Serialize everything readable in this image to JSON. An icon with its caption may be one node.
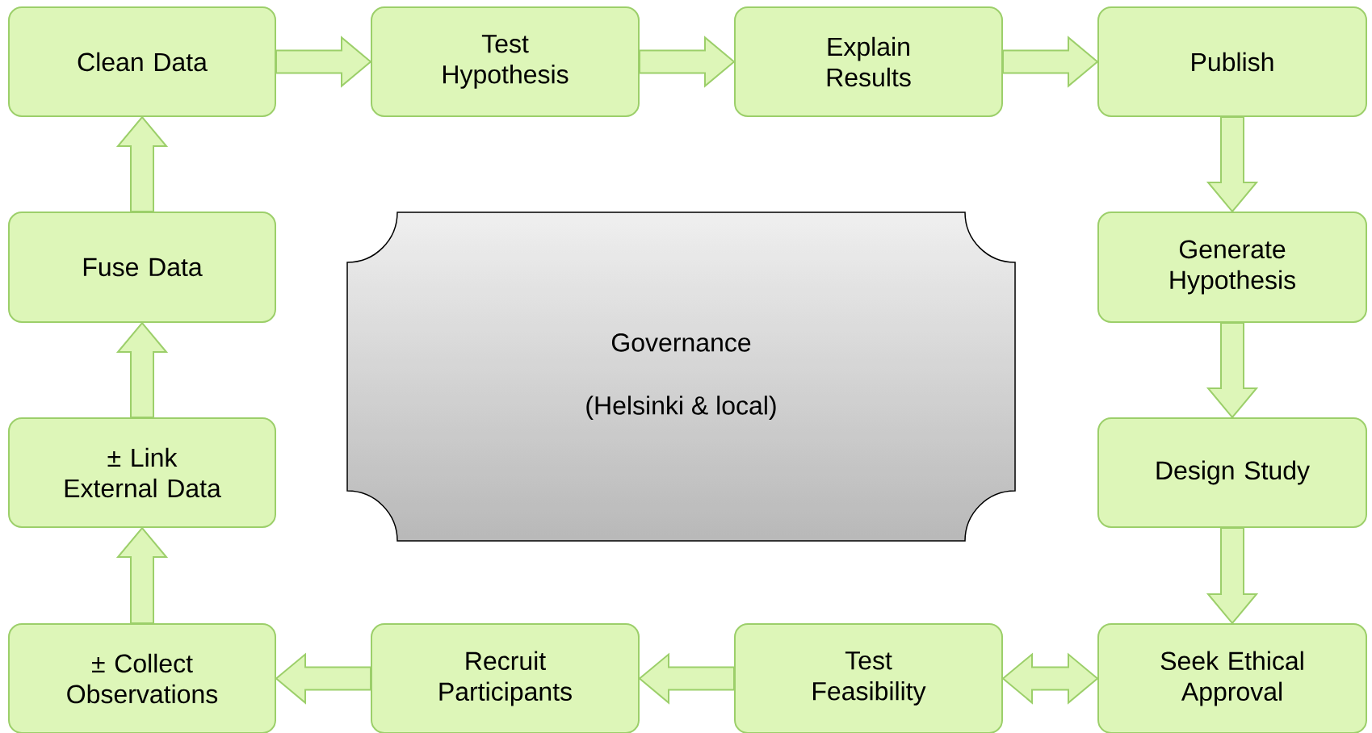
{
  "diagram": {
    "nodes": [
      {
        "text": [
          "Clean Data"
        ]
      },
      {
        "text": [
          "Test Hypothesis"
        ]
      },
      {
        "text": [
          "Explain Results"
        ]
      },
      {
        "text": [
          "Publish"
        ]
      },
      {
        "text": [
          "Fuse Data"
        ]
      },
      {
        "text": [
          "Governance",
          "(Helsinki & local)"
        ]
      },
      {
        "text": [
          "Generate Hypothesis"
        ]
      },
      {
        "text": [
          "± Link External Data"
        ]
      },
      {
        "text": [
          "Design Study"
        ]
      },
      {
        "text": [
          "± Collect Observations"
        ]
      },
      {
        "text": [
          "Recruit Participants"
        ]
      },
      {
        "text": [
          "Test Feasibility"
        ]
      },
      {
        "text": [
          "Seek Ethical Approval"
        ]
      }
    ],
    "edges": [
      {
        "from": 0,
        "to": 1,
        "arrow": "to"
      },
      {
        "from": 1,
        "to": 2,
        "arrow": "to"
      },
      {
        "from": 2,
        "to": 3,
        "arrow": "to"
      },
      {
        "from": 3,
        "to": 6,
        "arrow": "to"
      },
      {
        "from": 6,
        "to": 8,
        "arrow": "to"
      },
      {
        "from": 8,
        "to": 12,
        "arrow": "to"
      },
      {
        "from": 12,
        "to": 11,
        "arrow": "both"
      },
      {
        "from": 11,
        "to": 10,
        "arrow": "to"
      },
      {
        "from": 10,
        "to": 9,
        "arrow": "to"
      },
      {
        "from": 9,
        "to": 7,
        "arrow": "to"
      },
      {
        "from": 7,
        "to": 4,
        "arrow": "to"
      },
      {
        "from": 4,
        "to": 0,
        "arrow": "to"
      }
    ]
  }
}
